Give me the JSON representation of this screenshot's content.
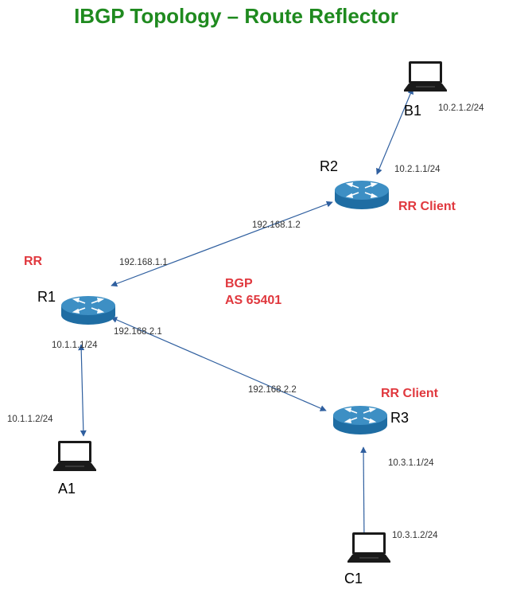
{
  "title": "IBGP Topology – Route Reflector",
  "colors": {
    "title": "#1f8a1f",
    "note": "#e0383e",
    "link": "#2f5f9f",
    "router_top": "#3d8fc4",
    "router_side": "#1f6da3",
    "router_mark": "#ffffff"
  },
  "routers": {
    "r1": {
      "name": "R1",
      "icon": "router-icon"
    },
    "r2": {
      "name": "R2",
      "icon": "router-icon"
    },
    "r3": {
      "name": "R3",
      "icon": "router-icon"
    }
  },
  "hosts": {
    "a1": {
      "name": "A1",
      "icon": "laptop-icon"
    },
    "b1": {
      "name": "B1",
      "icon": "laptop-icon"
    },
    "c1": {
      "name": "C1",
      "icon": "laptop-icon"
    }
  },
  "roles": {
    "r1": "RR",
    "r2": "RR Client",
    "r3": "RR Client"
  },
  "bgp": {
    "line1": "BGP",
    "line2": "AS 65401"
  },
  "addresses": {
    "b1_host": "10.2.1.2/24",
    "r2_lan": "10.2.1.1/24",
    "r2_wan": "192.168.1.2",
    "r1_wan_r2": "192.168.1.1",
    "r1_wan_r3": "192.168.2.1",
    "r1_lan": "10.1.1.1/24",
    "a1_host": "10.1.1.2/24",
    "r3_wan": "192.168.2.2",
    "r3_lan": "10.3.1.1/24",
    "c1_host": "10.3.1.2/24"
  }
}
